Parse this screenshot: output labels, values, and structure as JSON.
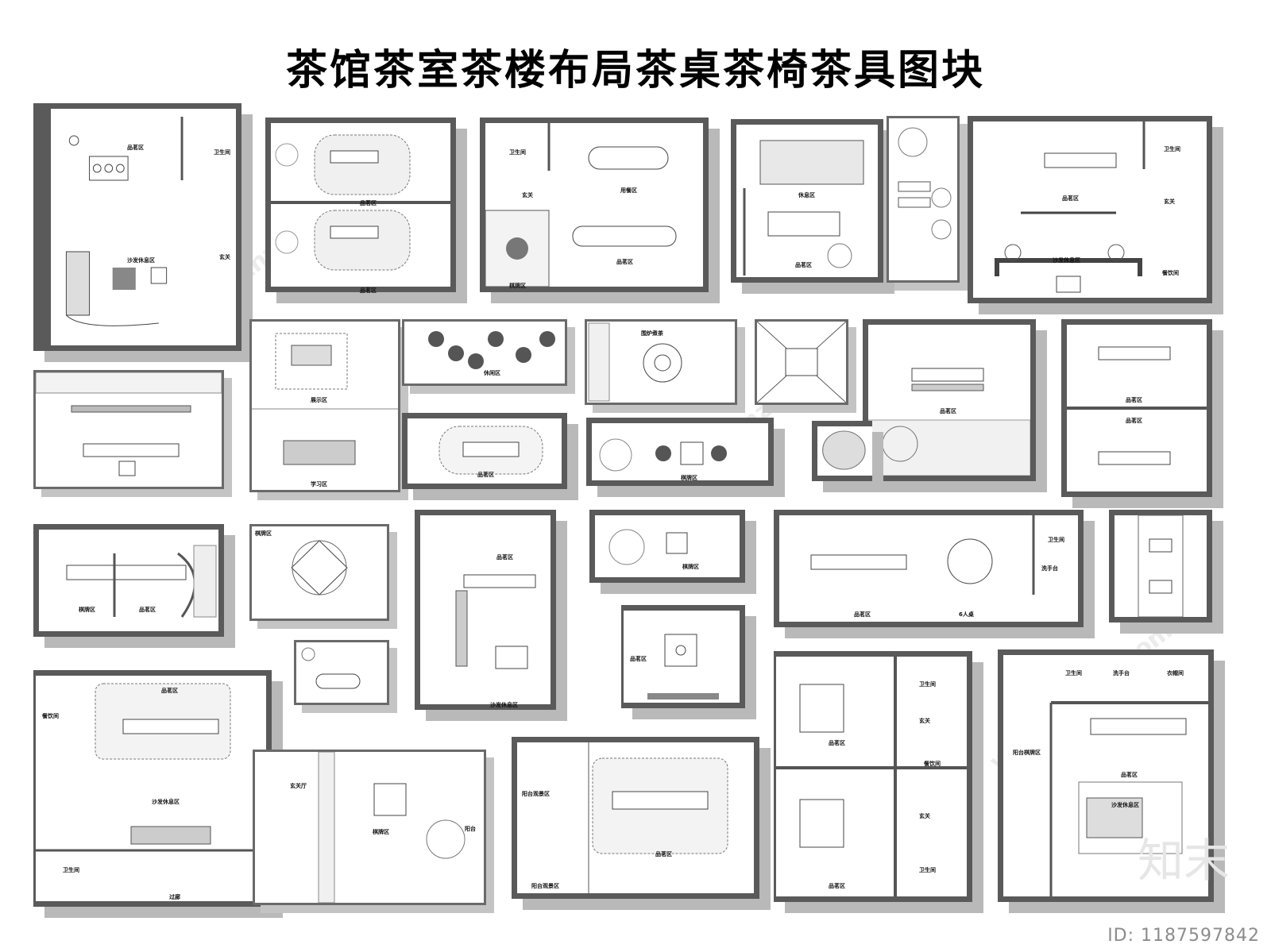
{
  "title": "茶馆茶室茶楼布局茶桌茶椅茶具图块",
  "watermark": "www.znzmo.com",
  "brand_mark": "知末",
  "image_id": "ID: 1187597842",
  "colors": {
    "wall": "#5a5a5a",
    "shadow": "#b9b9b9",
    "background": "#ffffff"
  },
  "labels": {
    "pinming": "品茗区",
    "weishengjian": "卫生间",
    "xuanguan": "玄关",
    "shafa": "沙发休息区",
    "yongcan": "用餐区",
    "qipai": "棋牌区",
    "xiuxi": "休息区",
    "canting": "餐饮间",
    "zhanshi": "展示区",
    "xuexi": "学习区",
    "xiuxian": "休闲区",
    "weilu": "围炉煮茶",
    "xishou": "洗手台",
    "liuren": "6人桌",
    "xuanguanting": "玄关厅",
    "guolang": "过廊",
    "yangtai": "阳台",
    "yangtai_guanjing": "阳台观景区",
    "yangtai_qipai": "阳台棋牌区",
    "yimaojian": "衣帽间"
  }
}
